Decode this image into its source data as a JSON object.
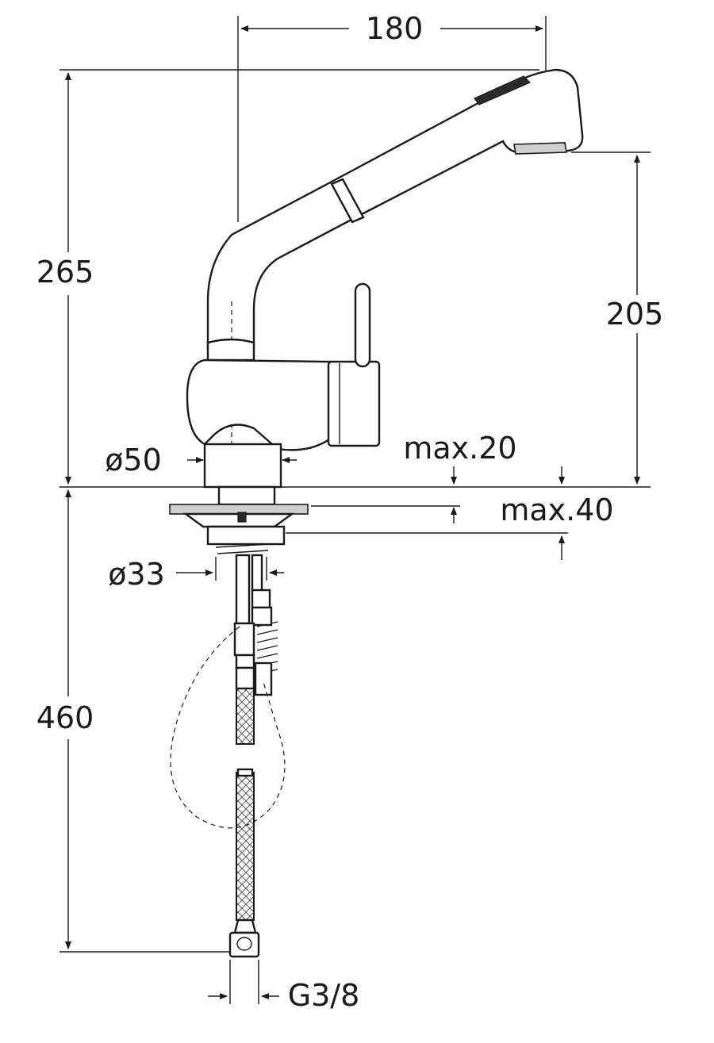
{
  "dimensions": {
    "width_180": "180",
    "height_265": "265",
    "height_205": "205",
    "diameter_50": "ø50",
    "max_20": "max.20",
    "max_40": "max.40",
    "diameter_33": "ø33",
    "length_460": "460",
    "thread_g38": "G3/8"
  },
  "colors": {
    "line": "#1a1a1a",
    "hose_pattern": "#555555",
    "background": "#ffffff"
  }
}
